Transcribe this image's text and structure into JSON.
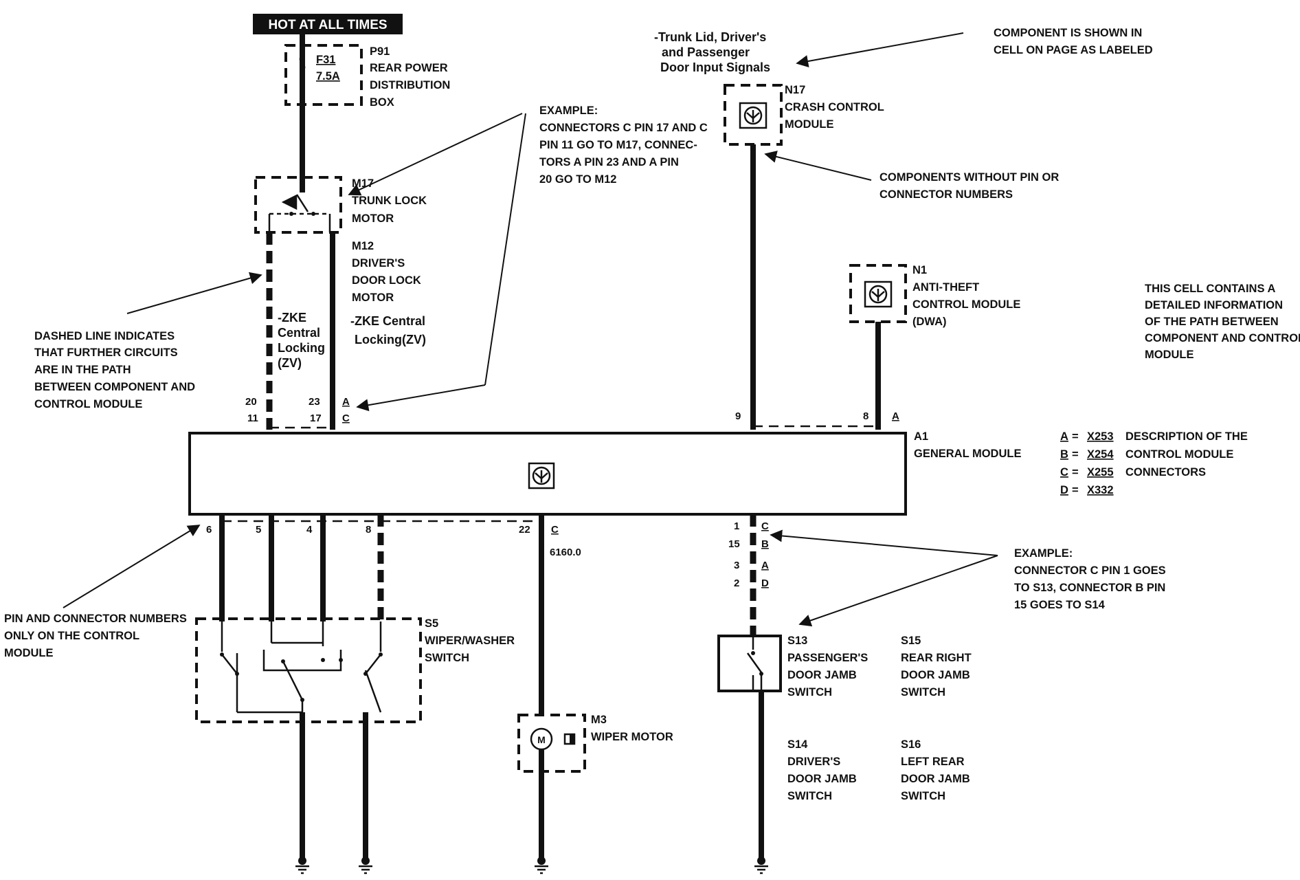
{
  "header": {
    "hot_at_all_times": "HOT AT ALL TIMES"
  },
  "components": {
    "p91": {
      "id": "P91",
      "lines": [
        "REAR POWER",
        "DISTRIBUTION",
        "BOX"
      ]
    },
    "f31": {
      "id": "F31",
      "rating": "7.5A"
    },
    "m17": {
      "id": "M17",
      "lines": [
        "TRUNK LOCK",
        "MOTOR"
      ]
    },
    "m12": {
      "id": "M12",
      "lines": [
        "DRIVER'S",
        "DOOR LOCK",
        "MOTOR"
      ]
    },
    "n17": {
      "id": "N17",
      "lines": [
        "CRASH CONTROL",
        "MODULE"
      ]
    },
    "n1": {
      "id": "N1",
      "lines": [
        "ANTI-THEFT",
        "CONTROL MODULE",
        "(DWA)"
      ]
    },
    "a1": {
      "id": "A1",
      "lines": [
        "GENERAL MODULE"
      ]
    },
    "s5": {
      "id": "S5",
      "lines": [
        "WIPER/WASHER",
        "SWITCH"
      ]
    },
    "m3": {
      "id": "M3",
      "lines": [
        "WIPER MOTOR"
      ]
    },
    "s13": {
      "id": "S13",
      "lines": [
        "PASSENGER'S",
        "DOOR JAMB",
        "SWITCH"
      ]
    },
    "s15": {
      "id": "S15",
      "lines": [
        "REAR RIGHT",
        "DOOR JAMB",
        "SWITCH"
      ]
    },
    "s14": {
      "id": "S14",
      "lines": [
        "DRIVER'S",
        "DOOR JAMB",
        "SWITCH"
      ]
    },
    "s16": {
      "id": "S16",
      "lines": [
        "LEFT REAR",
        "DOOR JAMB",
        "SWITCH"
      ]
    }
  },
  "zke": {
    "left": [
      "-ZKE",
      "Central",
      "Locking",
      "(ZV)"
    ],
    "right": [
      "-ZKE Central",
      "Locking(ZV)"
    ]
  },
  "trunk_signals": [
    "-Trunk Lid, Driver's",
    "and Passenger",
    "Door Input  Signals"
  ],
  "pins": {
    "top_left_20": "20",
    "top_left_11": "11",
    "top_left_23": "23",
    "top_left_17": "17",
    "top_conn_a": "A",
    "top_conn_c": "C",
    "top_9": "9",
    "top_8": "8",
    "top_conn_a2": "A",
    "bot_6": "6",
    "bot_5": "5",
    "bot_4": "4",
    "bot_8": "8",
    "bot_22": "22",
    "bot_conn_c": "C",
    "wire_code": "6160.0",
    "right_1": "1",
    "right_15": "15",
    "right_3": "3",
    "right_2": "2",
    "right_c": "C",
    "right_b": "B",
    "right_a": "A",
    "right_d": "D"
  },
  "connector_legend": {
    "rows": [
      {
        "letter": "A",
        "eq": "=",
        "code": "X253"
      },
      {
        "letter": "B",
        "eq": "=",
        "code": "X254"
      },
      {
        "letter": "C",
        "eq": "=",
        "code": "X255"
      },
      {
        "letter": "D",
        "eq": "=",
        "code": "X332"
      }
    ],
    "description": [
      "DESCRIPTION OF THE",
      "CONTROL MODULE",
      "CONNECTORS"
    ]
  },
  "annotations": {
    "component_cell": [
      "COMPONENT IS SHOWN IN",
      "CELL ON PAGE AS LABELED"
    ],
    "example_top": [
      "EXAMPLE:",
      "CONNECTORS C PIN 17 AND C",
      "PIN 11 GO TO M17, CONNEC-",
      "TORS A PIN 23 AND A PIN",
      "20 GO TO M12"
    ],
    "no_pin": [
      "COMPONENTS WITHOUT PIN OR",
      "CONNECTOR NUMBERS"
    ],
    "cell_contains": [
      "THIS CELL CONTAINS A",
      "DETAILED INFORMATION",
      "OF THE PATH BETWEEN",
      "COMPONENT AND CONTROL",
      "MODULE"
    ],
    "dashed_line": [
      "DASHED LINE INDICATES",
      "THAT FURTHER CIRCUITS",
      "ARE IN THE PATH",
      "BETWEEN COMPONENT AND",
      "CONTROL MODULE"
    ],
    "pin_connector": [
      "PIN AND CONNECTOR NUMBERS",
      "ONLY ON THE CONTROL",
      "MODULE"
    ],
    "example_right": [
      "EXAMPLE:",
      "CONNECTOR C PIN 1 GOES",
      "TO S13, CONNECTOR B PIN",
      "15 GOES TO S14"
    ]
  },
  "colors": {
    "ink": "#111111",
    "background": "#ffffff"
  }
}
